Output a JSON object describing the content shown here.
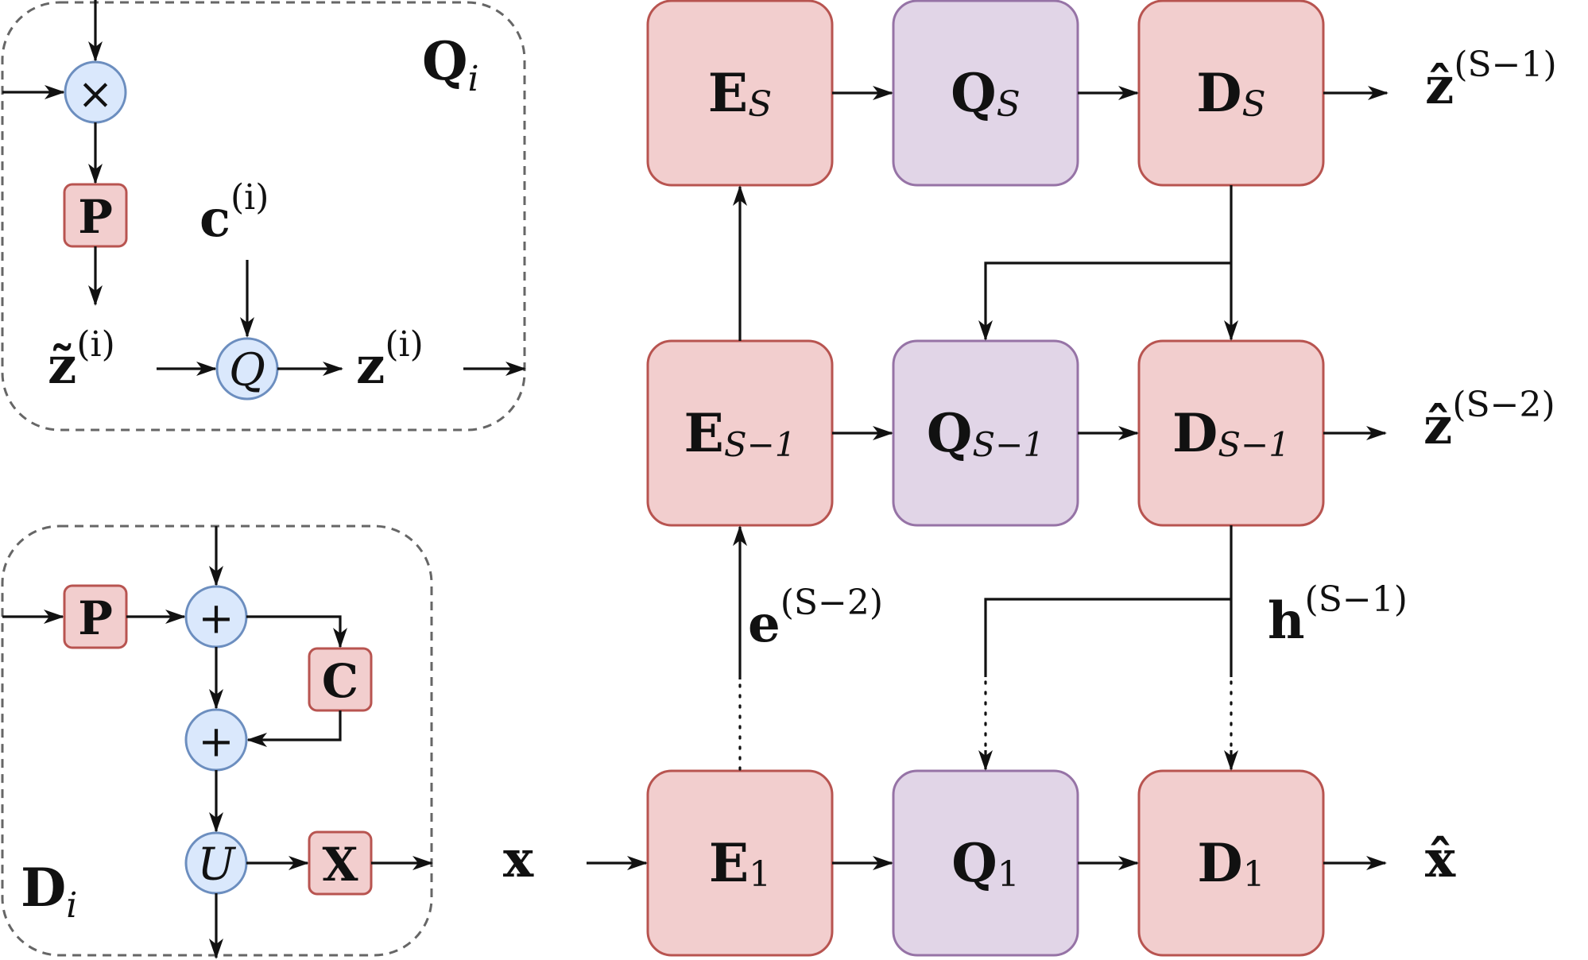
{
  "colors": {
    "red_fill": "#f2cece",
    "red_stroke": "#b85450",
    "purple_fill": "#e1d5e7",
    "purple_stroke": "#9673a6",
    "blue_fill": "#dae8fc",
    "blue_stroke": "#6c8ebf",
    "line": "#111111",
    "frame": "#666666"
  },
  "main": {
    "E_S": {
      "base": "E",
      "sub": "S"
    },
    "Q_S": {
      "base": "Q",
      "sub": "S"
    },
    "D_S": {
      "base": "D",
      "sub": "S"
    },
    "E_S1": {
      "base": "E",
      "sub": "S−1"
    },
    "Q_S1": {
      "base": "Q",
      "sub": "S−1"
    },
    "D_S1": {
      "base": "D",
      "sub": "S−1"
    },
    "E_1": {
      "base": "E",
      "sub": "1"
    },
    "Q_1": {
      "base": "Q",
      "sub": "1"
    },
    "D_1": {
      "base": "D",
      "sub": "1"
    },
    "out_top": {
      "base": "ẑ",
      "sup": "(S−1)"
    },
    "out_mid": {
      "base": "ẑ",
      "sup": "(S−2)"
    },
    "out_bottom": {
      "base": "x̂"
    },
    "input_x": {
      "base": "x"
    },
    "e_label": {
      "base": "e",
      "sup": "(S−2)"
    },
    "h_label": {
      "base": "h",
      "sup": "(S−1)"
    }
  },
  "quantizer_panel": {
    "title": {
      "base": "Q",
      "sub": "i"
    },
    "multiply_symbol": "×",
    "p_box": "P",
    "codebook": {
      "base": "c",
      "sup": "(i)"
    },
    "q_node": "Q",
    "z_tilde": {
      "base": "z̃",
      "sup": "(i)"
    },
    "z_out": {
      "base": "z",
      "sup": "(i)"
    }
  },
  "decoder_panel": {
    "title": {
      "base": "D",
      "sub": "i"
    },
    "p_box": "P",
    "plus_symbol": "+",
    "c_box": "C",
    "u_node": "U",
    "x_box": "X"
  }
}
